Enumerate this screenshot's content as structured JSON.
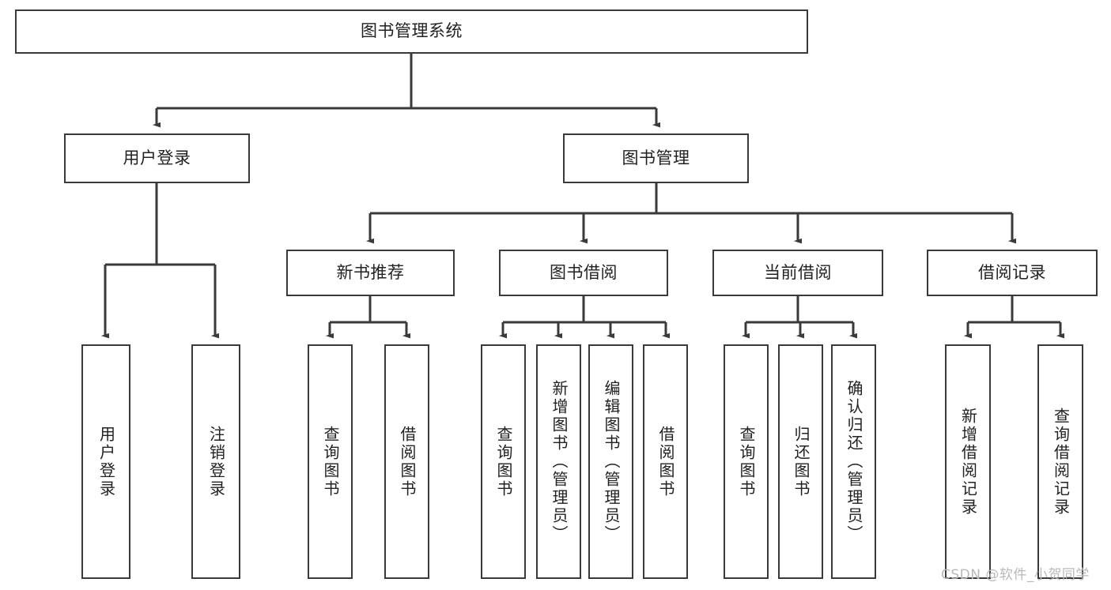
{
  "diagram": {
    "type": "tree",
    "title": "图书管理系统",
    "orientation": "top-down",
    "colors": {
      "stroke": "#3a3a3a",
      "text": "#222222",
      "background": "#ffffff",
      "watermark": "#b9b9b9"
    },
    "root": {
      "label": "图书管理系统"
    },
    "level2": [
      {
        "id": "user-login",
        "label": "用户登录"
      },
      {
        "id": "book-management",
        "label": "图书管理"
      }
    ],
    "level3": [
      {
        "id": "new-book-recommend",
        "label": "新书推荐"
      },
      {
        "id": "book-borrow",
        "label": "图书借阅"
      },
      {
        "id": "current-borrow",
        "label": "当前借阅"
      },
      {
        "id": "borrow-record",
        "label": "借阅记录"
      }
    ],
    "leaves": {
      "user_login": [
        {
          "id": "leaf-user-login",
          "label": "用户登录"
        },
        {
          "id": "leaf-logout-login",
          "label": "注销登录"
        }
      ],
      "new_book_recommend": [
        {
          "id": "leaf-query-book-1",
          "label": "查询图书"
        },
        {
          "id": "leaf-borrow-book-1",
          "label": "借阅图书"
        }
      ],
      "book_borrow": [
        {
          "id": "leaf-query-book-2",
          "label": "查询图书"
        },
        {
          "id": "leaf-add-book",
          "label": "新增图书（管理员）"
        },
        {
          "id": "leaf-edit-book",
          "label": "编辑图书（管理员）"
        },
        {
          "id": "leaf-borrow-book-2",
          "label": "借阅图书"
        }
      ],
      "current_borrow": [
        {
          "id": "leaf-query-book-3",
          "label": "查询图书"
        },
        {
          "id": "leaf-return-book",
          "label": "归还图书"
        },
        {
          "id": "leaf-confirm-return",
          "label": "确认归还（管理员）"
        }
      ],
      "borrow_record": [
        {
          "id": "leaf-add-record",
          "label": "新增借阅记录"
        },
        {
          "id": "leaf-query-record",
          "label": "查询借阅记录"
        }
      ]
    },
    "watermark": "CSDN @软件_小贺同学"
  }
}
